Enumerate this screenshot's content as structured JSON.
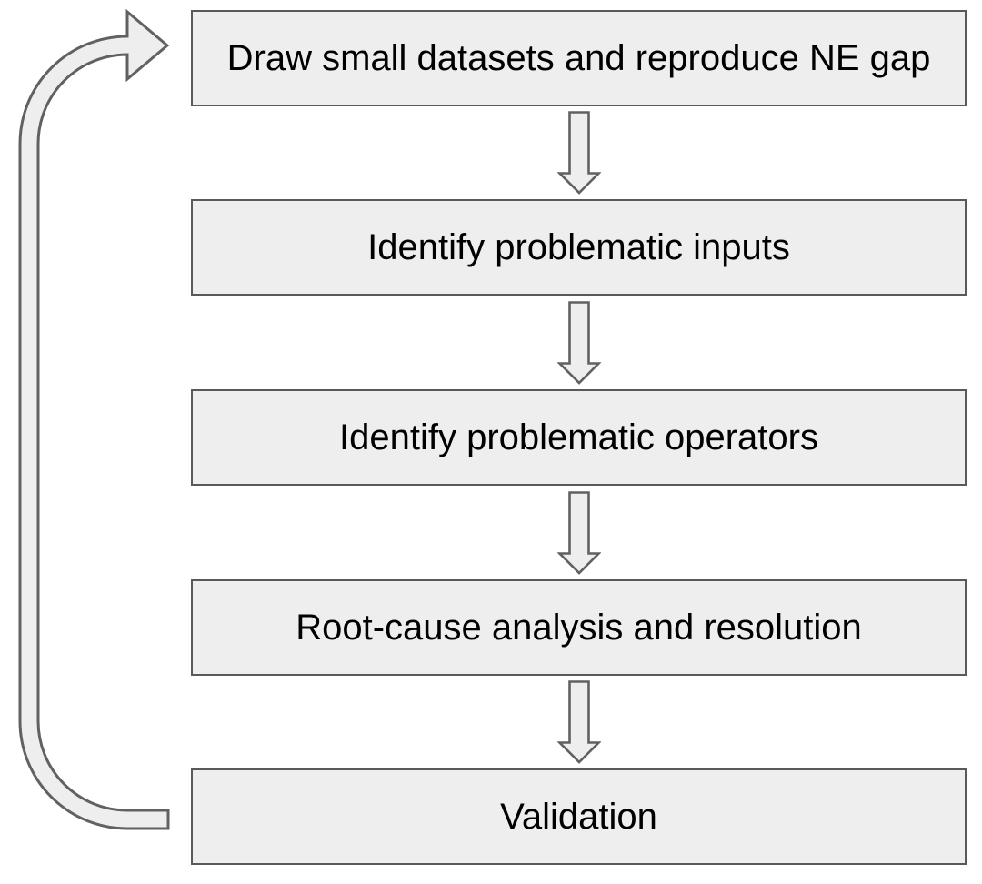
{
  "steps": [
    {
      "label": "Draw small datasets and reproduce NE gap"
    },
    {
      "label": "Identify problematic inputs"
    },
    {
      "label": "Identify problematic operators"
    },
    {
      "label": "Root-cause analysis and resolution"
    },
    {
      "label": "Validation"
    }
  ],
  "connectors": {
    "down_arrow_count": 4,
    "loop_back": "from Validation to Draw small datasets and reproduce NE gap"
  },
  "colors": {
    "background": "#ffffff",
    "box_fill": "#eeeeee",
    "box_border": "#595959",
    "arrow_fill": "#eeeeee",
    "arrow_outline": "#616161",
    "text": "#000000"
  }
}
